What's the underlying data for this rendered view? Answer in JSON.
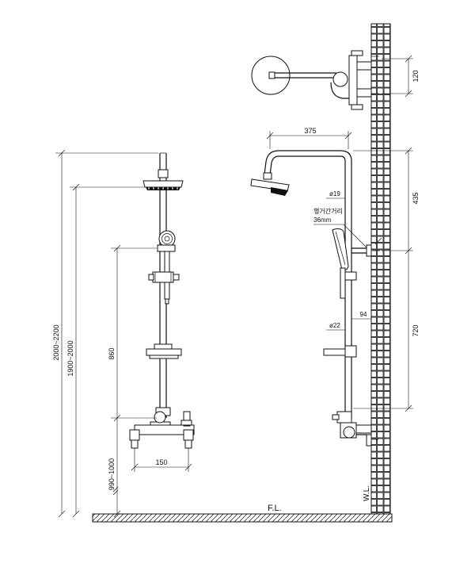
{
  "labels": {
    "overall_height": "2000~2200",
    "head_height": "1900~2000",
    "slide_bar_length": "860",
    "mixer_height": "990~1000",
    "mixer_center_distance": "150",
    "arm_reach": "375",
    "top_section": "435",
    "bracket_spacing": "720",
    "holder_offset": "94",
    "wall_bracket": "120",
    "upper_pipe_diameter": "ø19",
    "lower_pipe_diameter": "ø22",
    "hanger_label_line1": "행거간거리",
    "hanger_label_line2": "36mm",
    "floor_level": "F.L.",
    "wall_line": "W.L."
  }
}
